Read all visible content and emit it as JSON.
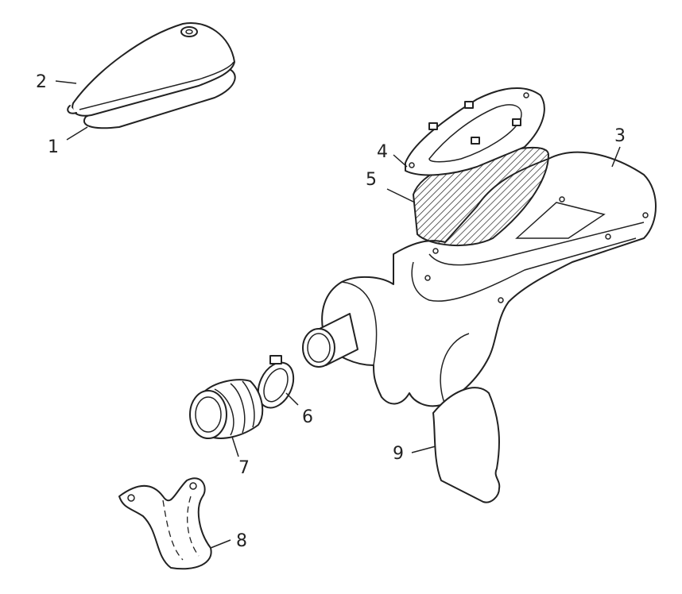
{
  "diagram": {
    "title": "Air intake assembly exploded view",
    "callouts": [
      {
        "id": "1",
        "label": "1"
      },
      {
        "id": "2",
        "label": "2"
      },
      {
        "id": "3",
        "label": "3"
      },
      {
        "id": "4",
        "label": "4"
      },
      {
        "id": "5",
        "label": "5"
      },
      {
        "id": "6",
        "label": "6"
      },
      {
        "id": "7",
        "label": "7"
      },
      {
        "id": "8",
        "label": "8"
      },
      {
        "id": "9",
        "label": "9"
      }
    ],
    "colors": {
      "line": "#222222",
      "background": "#ffffff"
    }
  }
}
